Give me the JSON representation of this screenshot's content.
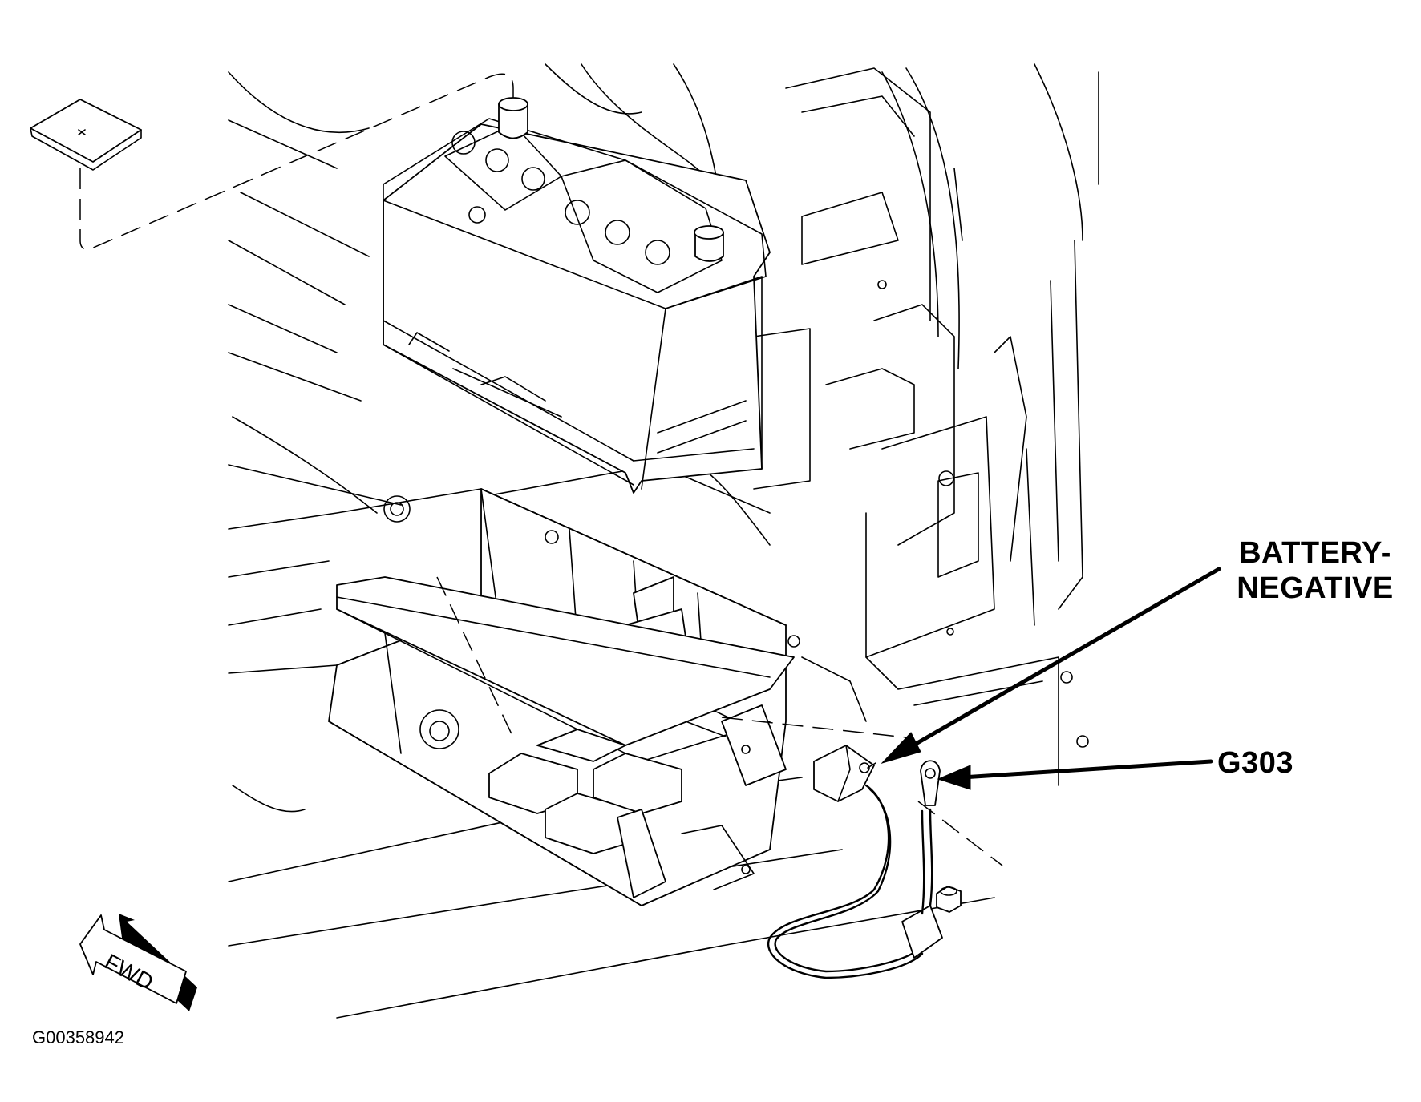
{
  "diagram": {
    "callouts": {
      "battery_negative_line1": "BATTERY-",
      "battery_negative_line2": "NEGATIVE",
      "ground": "G303"
    },
    "direction_arrow_label": "FWD",
    "figure_id": "G00358942",
    "colors": {
      "ink": "#000000",
      "background": "#ffffff"
    }
  }
}
